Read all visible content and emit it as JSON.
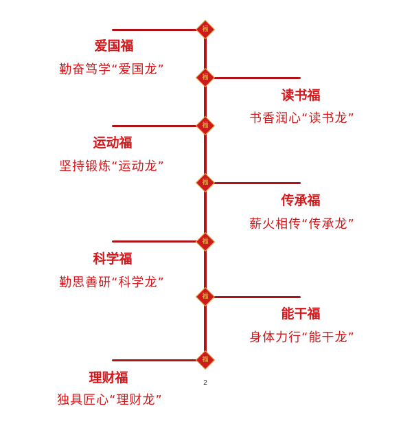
{
  "items": [
    {
      "title": "爱国福",
      "desc": "勤奋笃学“爱国龙”"
    },
    {
      "title": "读书福",
      "desc": "书香润心“读书龙”"
    },
    {
      "title": "运动福",
      "desc": "坚持锻炼“运动龙”"
    },
    {
      "title": "传承福",
      "desc": "薪火相传“传承龙”"
    },
    {
      "title": "科学福",
      "desc": "勤思善研“科学龙”"
    },
    {
      "title": "能干福",
      "desc": "身体力行“能干龙”"
    },
    {
      "title": "理财福",
      "desc": "独具匠心“理财龙”"
    }
  ],
  "node_glyph": "福",
  "page_number": "2",
  "colors": {
    "accent": "#d41519",
    "line": "#b01217",
    "gold": "#f3c453"
  }
}
